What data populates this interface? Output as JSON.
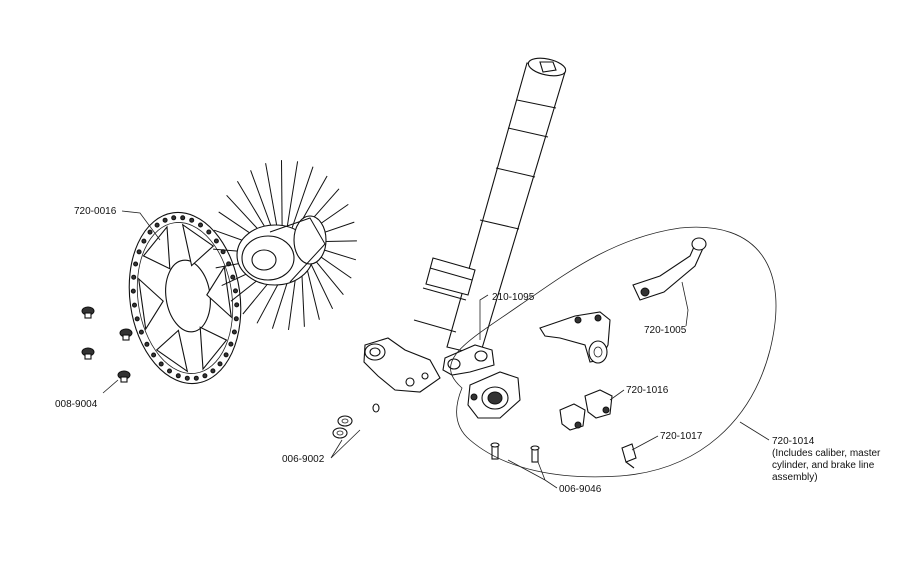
{
  "labels": {
    "disc": "720-0016",
    "disc_bolt": "008-9004",
    "axle_bolt": "006-9002",
    "bracket": "210-1095",
    "lever": "720-1005",
    "pad_a": "720-1016",
    "pad_b": "720-1017",
    "pins": "006-9046",
    "assembly": "720-1014",
    "assembly_note_1": "(Includes caliber, master",
    "assembly_note_2": "cylinder, and brake line",
    "assembly_note_3": "assembly)"
  },
  "colors": {
    "line": "#111111",
    "background": "#ffffff"
  }
}
